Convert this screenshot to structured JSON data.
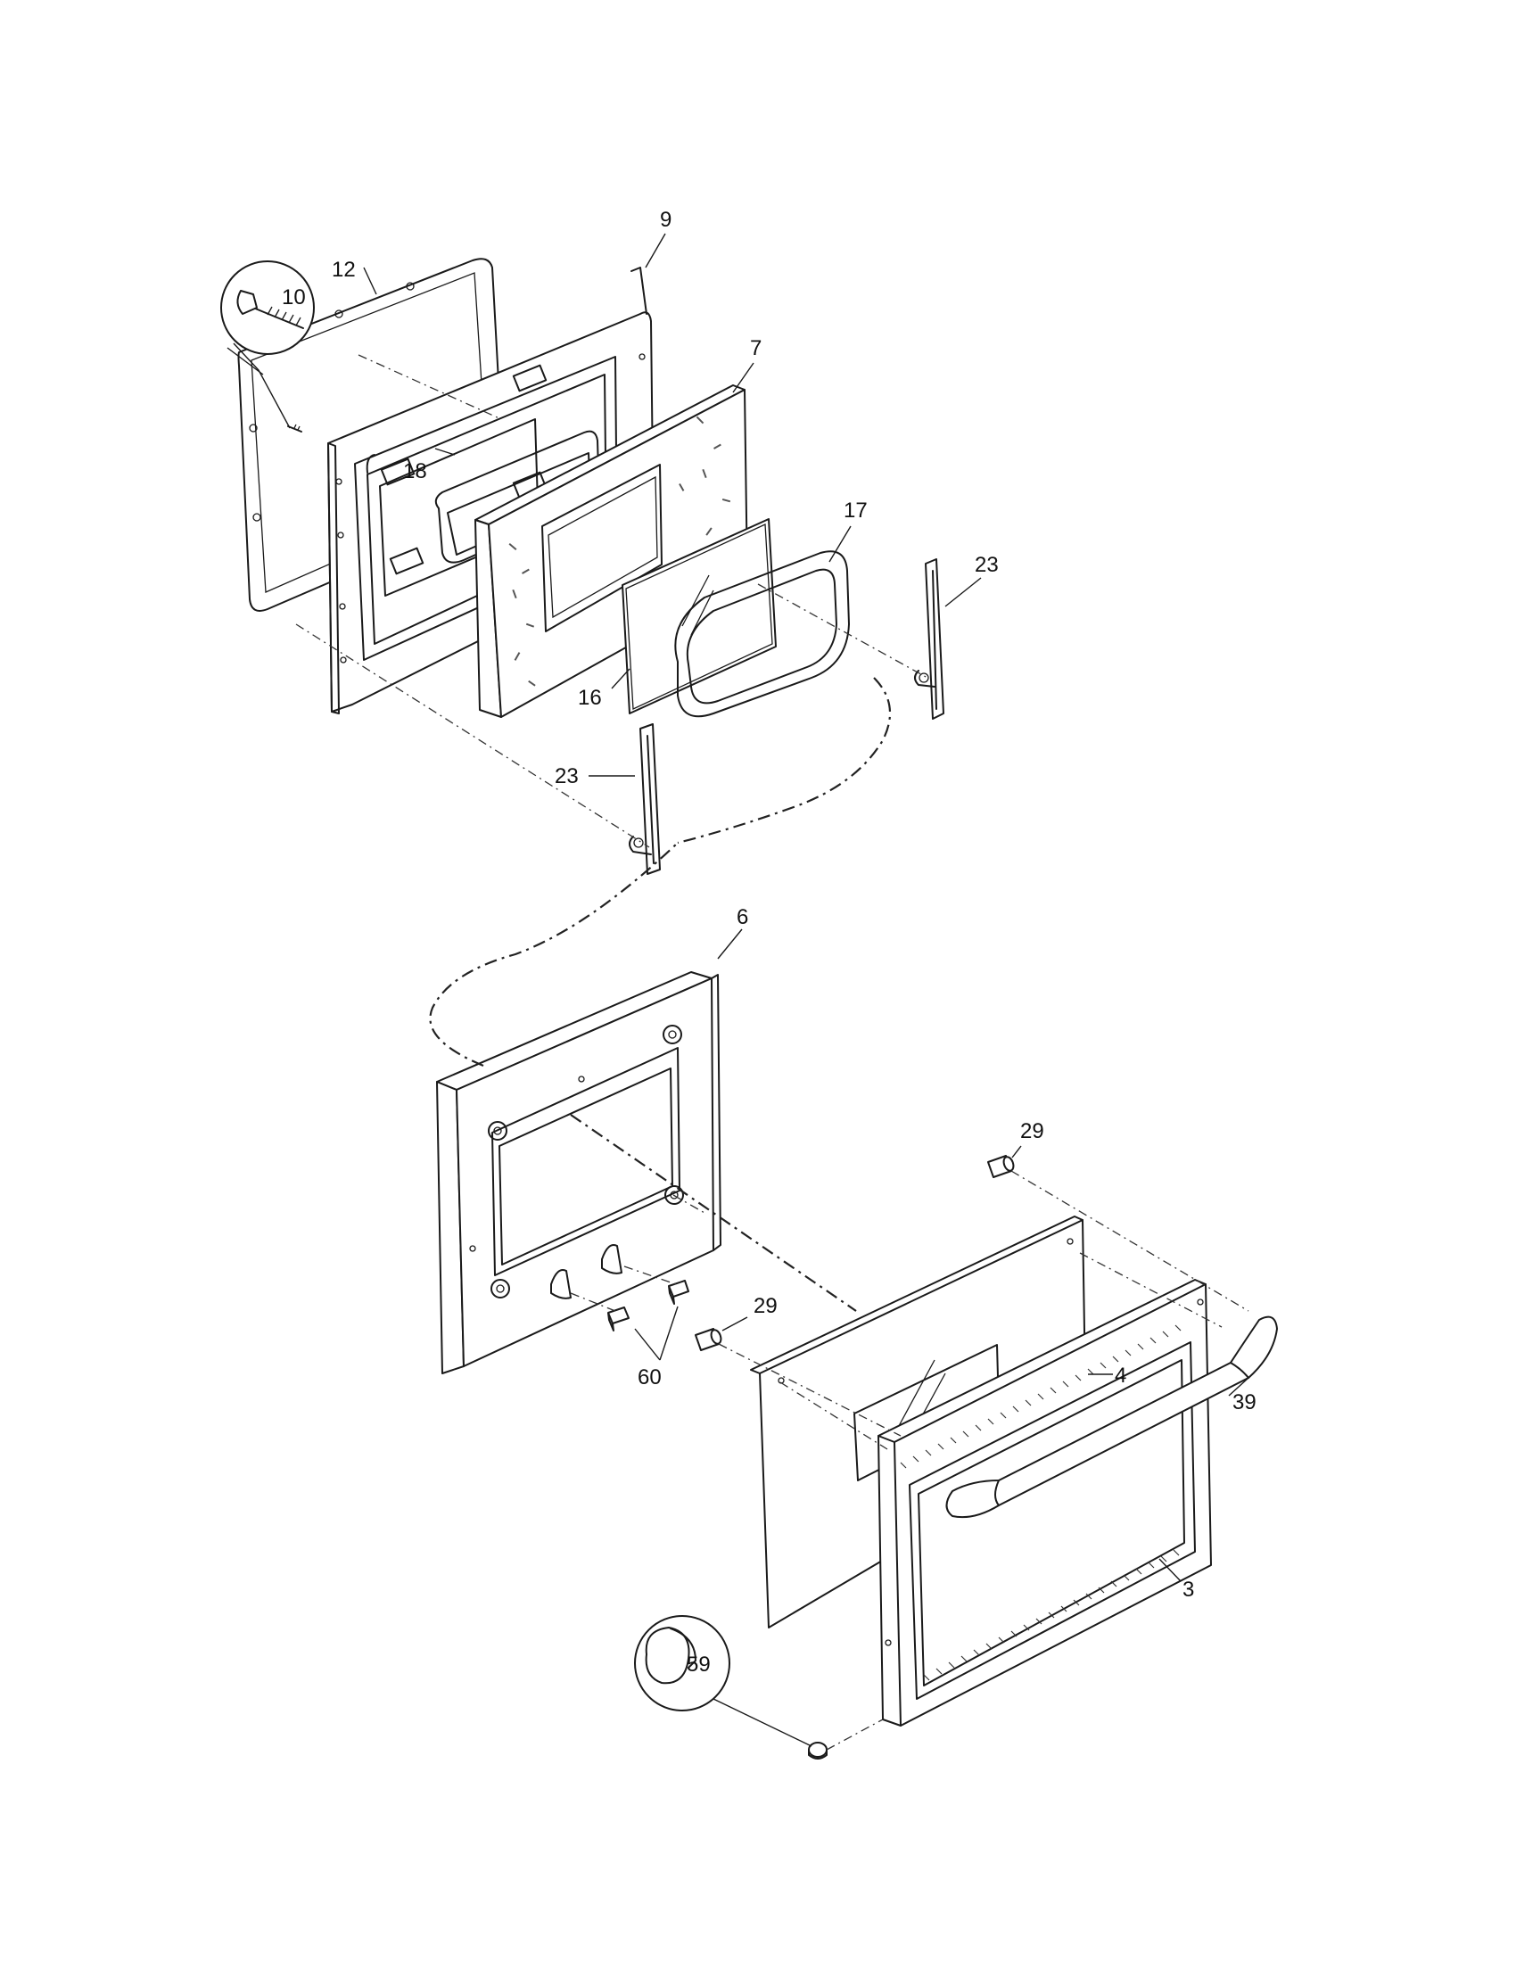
{
  "callouts": [
    {
      "id": "c9",
      "text": "9"
    },
    {
      "id": "c12",
      "text": "12"
    },
    {
      "id": "c10",
      "text": "10"
    },
    {
      "id": "c7",
      "text": "7"
    },
    {
      "id": "c18",
      "text": "18"
    },
    {
      "id": "c17",
      "text": "17"
    },
    {
      "id": "c23a",
      "text": "23"
    },
    {
      "id": "c16",
      "text": "16"
    },
    {
      "id": "c23b",
      "text": "23"
    },
    {
      "id": "c6",
      "text": "6"
    },
    {
      "id": "c29a",
      "text": "29"
    },
    {
      "id": "c29b",
      "text": "29"
    },
    {
      "id": "c60",
      "text": "60"
    },
    {
      "id": "c4",
      "text": "4"
    },
    {
      "id": "c39",
      "text": "39"
    },
    {
      "id": "c3",
      "text": "3"
    },
    {
      "id": "c59",
      "text": "59"
    }
  ]
}
